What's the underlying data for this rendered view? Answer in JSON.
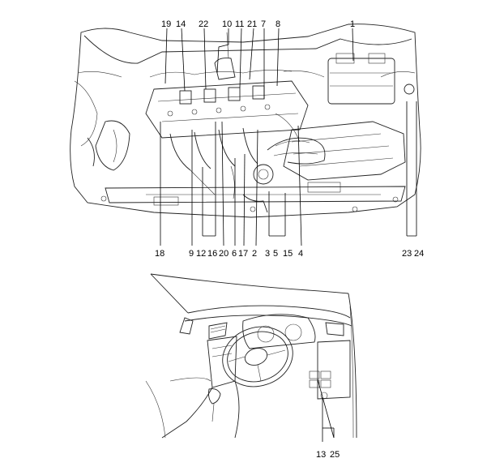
{
  "diagram": {
    "engine_bay": {
      "top_callouts": [
        "19",
        "14",
        "22",
        "10",
        "11",
        "21",
        "7",
        "8",
        "1"
      ],
      "bottom_callouts": [
        "18",
        "9",
        "12",
        "16",
        "20",
        "6",
        "17",
        "2",
        "3",
        "15",
        "5",
        "4",
        "23",
        "24"
      ]
    },
    "interior": {
      "bottom_callouts": [
        "13",
        "25"
      ]
    }
  }
}
